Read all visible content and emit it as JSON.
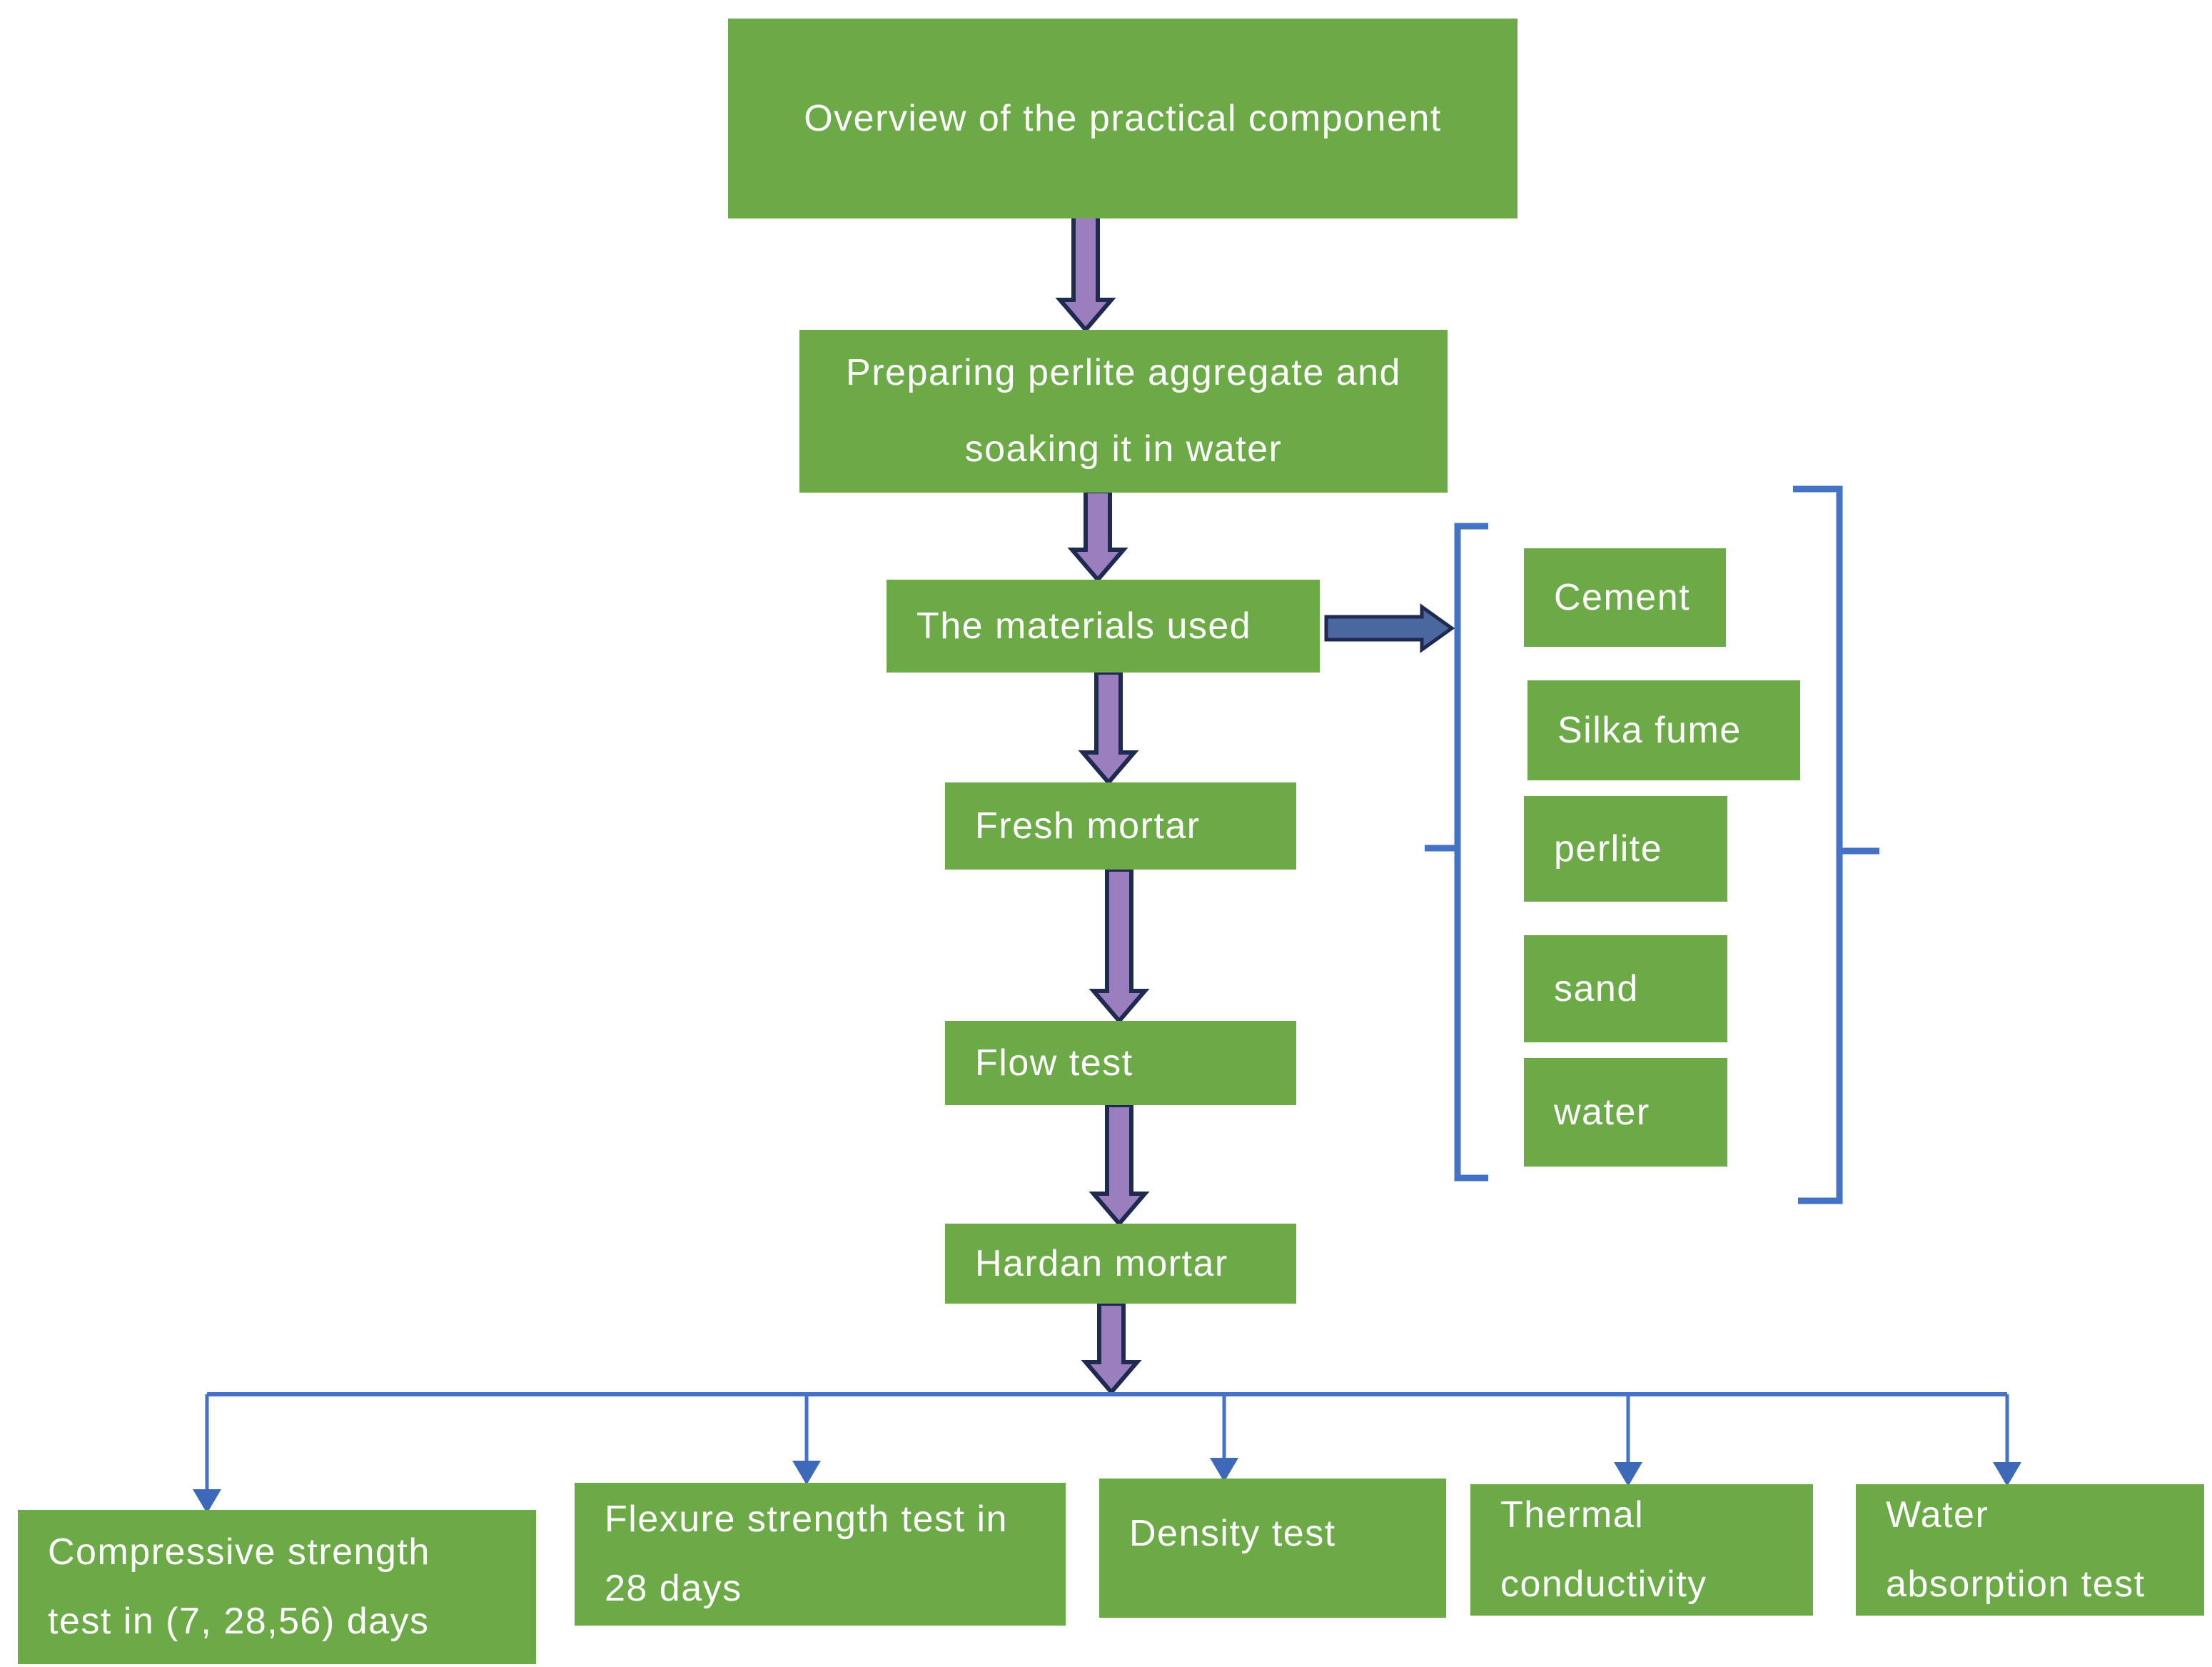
{
  "colors": {
    "green": "#6CAA47",
    "white": "#FFFFFF",
    "blue": "#4472C4",
    "blue_fill": "#3E68B8",
    "steel": "#4A689F",
    "purple": "#9B7EBD",
    "outline": "#1E2A50"
  },
  "flow": {
    "overview": {
      "text": "Overview of the practical component"
    },
    "preparing": {
      "lines": [
        "Preparing perlite aggregate and",
        "soaking it in water"
      ]
    },
    "materials": {
      "text": "The materials used"
    },
    "fresh_mortar": {
      "text": "Fresh mortar"
    },
    "flow_test": {
      "text": "Flow test"
    },
    "hardan_mortar": {
      "text": "Hardan mortar"
    }
  },
  "materials_list": [
    {
      "text": "Cement"
    },
    {
      "text": "Silka fume"
    },
    {
      "text": "perlite"
    },
    {
      "text": "sand"
    },
    {
      "text": "water"
    }
  ],
  "tests": [
    {
      "lines": [
        "Compressive strength",
        "test in (7, 28,56) days"
      ]
    },
    {
      "lines": [
        "Flexure strength test in",
        "28 days"
      ]
    },
    {
      "lines": [
        "Density test"
      ]
    },
    {
      "lines": [
        "Thermal",
        "conductivity"
      ]
    },
    {
      "lines": [
        "Water",
        "absorption test"
      ]
    }
  ]
}
